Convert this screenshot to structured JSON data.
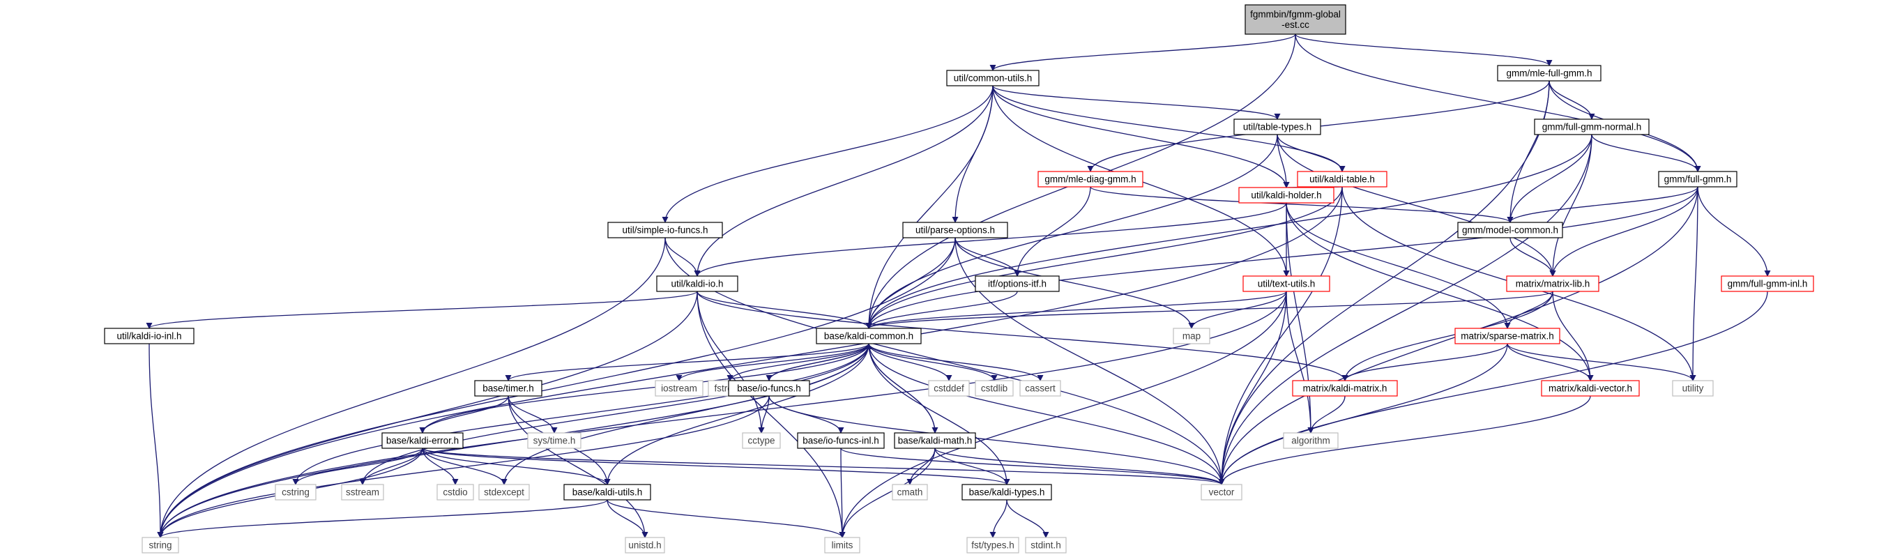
{
  "colors": {
    "edge": "#191970",
    "root_fill": "#bfbfbf",
    "box_border_normal": "#000000",
    "box_border_truncated": "#ff0000",
    "box_border_system": "#bfbfbf",
    "text_normal": "#000000",
    "text_system": "#444444"
  },
  "nodes": [
    {
      "id": "root",
      "lines": [
        "fgmmbin/fgmm-global",
        "-est.cc"
      ],
      "kind": "root"
    },
    {
      "id": "common_utils",
      "lines": [
        "util/common-utils.h"
      ],
      "kind": "normal"
    },
    {
      "id": "mle_full_gmm",
      "lines": [
        "gmm/mle-full-gmm.h"
      ],
      "kind": "normal"
    },
    {
      "id": "table_types",
      "lines": [
        "util/table-types.h"
      ],
      "kind": "normal"
    },
    {
      "id": "full_gmm_normal",
      "lines": [
        "gmm/full-gmm-normal.h"
      ],
      "kind": "normal"
    },
    {
      "id": "mle_diag_gmm",
      "lines": [
        "gmm/mle-diag-gmm.h"
      ],
      "kind": "truncated"
    },
    {
      "id": "kaldi_table",
      "lines": [
        "util/kaldi-table.h"
      ],
      "kind": "truncated"
    },
    {
      "id": "full_gmm",
      "lines": [
        "gmm/full-gmm.h"
      ],
      "kind": "normal"
    },
    {
      "id": "simple_io",
      "lines": [
        "util/simple-io-funcs.h"
      ],
      "kind": "normal"
    },
    {
      "id": "parse_options",
      "lines": [
        "util/parse-options.h"
      ],
      "kind": "normal"
    },
    {
      "id": "kaldi_holder",
      "lines": [
        "util/kaldi-holder.h"
      ],
      "kind": "truncated"
    },
    {
      "id": "model_common",
      "lines": [
        "gmm/model-common.h"
      ],
      "kind": "normal"
    },
    {
      "id": "kaldi_io",
      "lines": [
        "util/kaldi-io.h"
      ],
      "kind": "normal"
    },
    {
      "id": "options_itf",
      "lines": [
        "itf/options-itf.h"
      ],
      "kind": "normal"
    },
    {
      "id": "text_utils",
      "lines": [
        "util/text-utils.h"
      ],
      "kind": "truncated"
    },
    {
      "id": "matrix_lib",
      "lines": [
        "matrix/matrix-lib.h"
      ],
      "kind": "truncated"
    },
    {
      "id": "full_gmm_inl",
      "lines": [
        "gmm/full-gmm-inl.h"
      ],
      "kind": "truncated"
    },
    {
      "id": "kaldi_io_inl",
      "lines": [
        "util/kaldi-io-inl.h"
      ],
      "kind": "normal"
    },
    {
      "id": "kaldi_common",
      "lines": [
        "base/kaldi-common.h"
      ],
      "kind": "normal"
    },
    {
      "id": "map",
      "lines": [
        "map"
      ],
      "kind": "system"
    },
    {
      "id": "sparse_matrix",
      "lines": [
        "matrix/sparse-matrix.h"
      ],
      "kind": "truncated"
    },
    {
      "id": "iostream",
      "lines": [
        "iostream"
      ],
      "kind": "system"
    },
    {
      "id": "fstream",
      "lines": [
        "fstream"
      ],
      "kind": "system"
    },
    {
      "id": "cstddef",
      "lines": [
        "cstddef"
      ],
      "kind": "system"
    },
    {
      "id": "cstdlib",
      "lines": [
        "cstdlib"
      ],
      "kind": "system"
    },
    {
      "id": "cassert",
      "lines": [
        "cassert"
      ],
      "kind": "system"
    },
    {
      "id": "timer",
      "lines": [
        "base/timer.h"
      ],
      "kind": "normal"
    },
    {
      "id": "io_funcs",
      "lines": [
        "base/io-funcs.h"
      ],
      "kind": "normal"
    },
    {
      "id": "kaldi_matrix",
      "lines": [
        "matrix/kaldi-matrix.h"
      ],
      "kind": "truncated"
    },
    {
      "id": "kaldi_vector",
      "lines": [
        "matrix/kaldi-vector.h"
      ],
      "kind": "truncated"
    },
    {
      "id": "utility",
      "lines": [
        "utility"
      ],
      "kind": "system"
    },
    {
      "id": "sys_time",
      "lines": [
        "sys/time.h"
      ],
      "kind": "system"
    },
    {
      "id": "cctype",
      "lines": [
        "cctype"
      ],
      "kind": "system"
    },
    {
      "id": "io_funcs_inl",
      "lines": [
        "base/io-funcs-inl.h"
      ],
      "kind": "normal"
    },
    {
      "id": "kaldi_math",
      "lines": [
        "base/kaldi-math.h"
      ],
      "kind": "normal"
    },
    {
      "id": "algorithm",
      "lines": [
        "algorithm"
      ],
      "kind": "system"
    },
    {
      "id": "kaldi_error",
      "lines": [
        "base/kaldi-error.h"
      ],
      "kind": "normal"
    },
    {
      "id": "cstring",
      "lines": [
        "cstring"
      ],
      "kind": "system"
    },
    {
      "id": "sstream",
      "lines": [
        "sstream"
      ],
      "kind": "system"
    },
    {
      "id": "cstdio",
      "lines": [
        "cstdio"
      ],
      "kind": "system"
    },
    {
      "id": "stdexcept",
      "lines": [
        "stdexcept"
      ],
      "kind": "system"
    },
    {
      "id": "kaldi_utils",
      "lines": [
        "base/kaldi-utils.h"
      ],
      "kind": "normal"
    },
    {
      "id": "cmath",
      "lines": [
        "cmath"
      ],
      "kind": "system"
    },
    {
      "id": "kaldi_types",
      "lines": [
        "base/kaldi-types.h"
      ],
      "kind": "normal"
    },
    {
      "id": "vector",
      "lines": [
        "vector"
      ],
      "kind": "system"
    },
    {
      "id": "string",
      "lines": [
        "string"
      ],
      "kind": "system"
    },
    {
      "id": "unistd",
      "lines": [
        "unistd.h"
      ],
      "kind": "system"
    },
    {
      "id": "limits",
      "lines": [
        "limits"
      ],
      "kind": "system"
    },
    {
      "id": "fst_types",
      "lines": [
        "fst/types.h"
      ],
      "kind": "system"
    },
    {
      "id": "stdint",
      "lines": [
        "stdint.h"
      ],
      "kind": "system"
    }
  ],
  "edges": [
    [
      "root",
      "common_utils"
    ],
    [
      "root",
      "mle_full_gmm"
    ],
    [
      "root",
      "kaldi_common"
    ],
    [
      "root",
      "full_gmm"
    ],
    [
      "common_utils",
      "table_types"
    ],
    [
      "common_utils",
      "kaldi_table"
    ],
    [
      "common_utils",
      "kaldi_holder"
    ],
    [
      "common_utils",
      "simple_io"
    ],
    [
      "common_utils",
      "kaldi_io"
    ],
    [
      "common_utils",
      "parse_options"
    ],
    [
      "common_utils",
      "text_utils"
    ],
    [
      "common_utils",
      "kaldi_common"
    ],
    [
      "mle_full_gmm",
      "full_gmm_normal"
    ],
    [
      "mle_full_gmm",
      "full_gmm"
    ],
    [
      "mle_full_gmm",
      "mle_diag_gmm"
    ],
    [
      "mle_full_gmm",
      "model_common"
    ],
    [
      "mle_full_gmm",
      "vector"
    ],
    [
      "table_types",
      "kaldi_table"
    ],
    [
      "table_types",
      "kaldi_holder"
    ],
    [
      "table_types",
      "matrix_lib"
    ],
    [
      "table_types",
      "kaldi_common"
    ],
    [
      "full_gmm_normal",
      "full_gmm"
    ],
    [
      "full_gmm_normal",
      "model_common"
    ],
    [
      "full_gmm_normal",
      "matrix_lib"
    ],
    [
      "full_gmm_normal",
      "vector"
    ],
    [
      "full_gmm_normal",
      "kaldi_common"
    ],
    [
      "mle_diag_gmm",
      "model_common"
    ],
    [
      "mle_diag_gmm",
      "options_itf"
    ],
    [
      "kaldi_table",
      "kaldi_holder"
    ],
    [
      "kaldi_table",
      "kaldi_common"
    ],
    [
      "kaldi_table",
      "utility"
    ],
    [
      "kaldi_table",
      "vector"
    ],
    [
      "kaldi_table",
      "string"
    ],
    [
      "full_gmm",
      "model_common"
    ],
    [
      "full_gmm",
      "matrix_lib"
    ],
    [
      "full_gmm",
      "full_gmm_inl"
    ],
    [
      "full_gmm",
      "utility"
    ],
    [
      "full_gmm",
      "vector"
    ],
    [
      "full_gmm",
      "kaldi_common"
    ],
    [
      "simple_io",
      "kaldi_io"
    ],
    [
      "simple_io",
      "string"
    ],
    [
      "simple_io",
      "vector"
    ],
    [
      "parse_options",
      "options_itf"
    ],
    [
      "parse_options",
      "map"
    ],
    [
      "parse_options",
      "kaldi_common"
    ],
    [
      "parse_options",
      "string"
    ],
    [
      "parse_options",
      "vector"
    ],
    [
      "kaldi_holder",
      "kaldi_io"
    ],
    [
      "kaldi_holder",
      "text_utils"
    ],
    [
      "kaldi_holder",
      "sparse_matrix"
    ],
    [
      "kaldi_holder",
      "kaldi_vector"
    ],
    [
      "kaldi_holder",
      "algorithm"
    ],
    [
      "model_common",
      "matrix_lib"
    ],
    [
      "kaldi_io",
      "kaldi_io_inl"
    ],
    [
      "kaldi_io",
      "kaldi_common"
    ],
    [
      "kaldi_io",
      "kaldi_matrix"
    ],
    [
      "kaldi_io",
      "string"
    ],
    [
      "kaldi_io",
      "limits"
    ],
    [
      "kaldi_io",
      "cctype"
    ],
    [
      "options_itf",
      "kaldi_common"
    ],
    [
      "text_utils",
      "kaldi_common"
    ],
    [
      "text_utils",
      "map"
    ],
    [
      "text_utils",
      "algorithm"
    ],
    [
      "text_utils",
      "vector"
    ],
    [
      "text_utils",
      "limits"
    ],
    [
      "text_utils",
      "string"
    ],
    [
      "matrix_lib",
      "kaldi_common"
    ],
    [
      "matrix_lib",
      "sparse_matrix"
    ],
    [
      "matrix_lib",
      "kaldi_matrix"
    ],
    [
      "matrix_lib",
      "kaldi_vector"
    ],
    [
      "full_gmm_inl",
      "vector"
    ],
    [
      "kaldi_io_inl",
      "string"
    ],
    [
      "kaldi_common",
      "iostream"
    ],
    [
      "kaldi_common",
      "fstream"
    ],
    [
      "kaldi_common",
      "cstddef"
    ],
    [
      "kaldi_common",
      "cstdlib"
    ],
    [
      "kaldi_common",
      "cassert"
    ],
    [
      "kaldi_common",
      "timer"
    ],
    [
      "kaldi_common",
      "io_funcs"
    ],
    [
      "kaldi_common",
      "kaldi_math"
    ],
    [
      "kaldi_common",
      "kaldi_error"
    ],
    [
      "kaldi_common",
      "kaldi_utils"
    ],
    [
      "kaldi_common",
      "kaldi_types"
    ],
    [
      "kaldi_common",
      "cstring"
    ],
    [
      "kaldi_common",
      "sstream"
    ],
    [
      "kaldi_common",
      "stdexcept"
    ],
    [
      "kaldi_common",
      "string"
    ],
    [
      "kaldi_common",
      "vector"
    ],
    [
      "sparse_matrix",
      "kaldi_matrix"
    ],
    [
      "sparse_matrix",
      "kaldi_vector"
    ],
    [
      "sparse_matrix",
      "utility"
    ],
    [
      "sparse_matrix",
      "vector"
    ],
    [
      "timer",
      "kaldi_error"
    ],
    [
      "timer",
      "sys_time"
    ],
    [
      "timer",
      "unistd"
    ],
    [
      "timer",
      "kaldi_utils"
    ],
    [
      "io_funcs",
      "kaldi_common"
    ],
    [
      "io_funcs",
      "io_funcs_inl"
    ],
    [
      "io_funcs",
      "cctype"
    ],
    [
      "io_funcs",
      "string"
    ],
    [
      "io_funcs",
      "vector"
    ],
    [
      "kaldi_matrix",
      "algorithm"
    ],
    [
      "kaldi_vector",
      "vector"
    ],
    [
      "io_funcs_inl",
      "limits"
    ],
    [
      "io_funcs_inl",
      "vector"
    ],
    [
      "kaldi_math",
      "kaldi_common"
    ],
    [
      "kaldi_math",
      "kaldi_types"
    ],
    [
      "kaldi_math",
      "cmath"
    ],
    [
      "kaldi_math",
      "limits"
    ],
    [
      "kaldi_math",
      "vector"
    ],
    [
      "kaldi_error",
      "cstring"
    ],
    [
      "kaldi_error",
      "sstream"
    ],
    [
      "kaldi_error",
      "cstdio"
    ],
    [
      "kaldi_error",
      "stdexcept"
    ],
    [
      "kaldi_error",
      "kaldi_utils"
    ],
    [
      "kaldi_error",
      "kaldi_types"
    ],
    [
      "kaldi_error",
      "string"
    ],
    [
      "kaldi_error",
      "vector"
    ],
    [
      "kaldi_utils",
      "string"
    ],
    [
      "kaldi_utils",
      "unistd"
    ],
    [
      "kaldi_utils",
      "limits"
    ],
    [
      "kaldi_types",
      "fst_types"
    ],
    [
      "kaldi_types",
      "stdint"
    ]
  ]
}
